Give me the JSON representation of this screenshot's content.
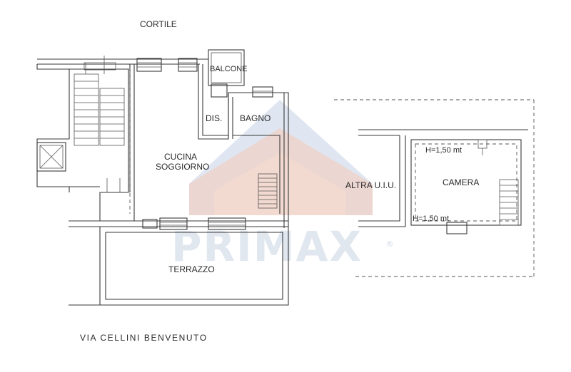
{
  "labels": {
    "cortile": "CORTILE",
    "balcone": "BALCONE",
    "dis": "DIS.",
    "bagno": "BAGNO",
    "cucina": "CUCINA",
    "soggiorno": "SOGGIORNO",
    "terrazzo": "TERRAZZO",
    "altra": "ALTRA U.I.U.",
    "camera": "CAMERA",
    "h_top": "H=1,50 mt",
    "h_bottom": "H=1,50 mt",
    "street": "VIA CELLINI BENVENUTO"
  },
  "watermark": {
    "text": "PRIMAX",
    "reg_mark": "®",
    "colors": {
      "roof_blue": "#c5d2e6",
      "roof_red": "#f4c9b6",
      "text": "#c9d4e3"
    }
  },
  "colors": {
    "line": "#3a3a3a",
    "background": "#ffffff"
  }
}
